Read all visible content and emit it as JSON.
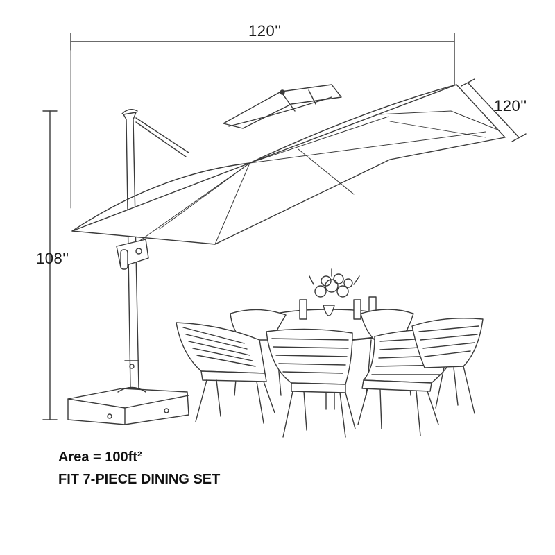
{
  "dimensions": {
    "width": "120''",
    "depth": "120''",
    "height": "108''"
  },
  "captions": {
    "area": "Area = 100ft²",
    "dining_set": "FIT 7-PIECE DINING SET"
  },
  "colors": {
    "line": "#3a3a3a",
    "canopy": "#ffffff",
    "background": "#ffffff"
  }
}
